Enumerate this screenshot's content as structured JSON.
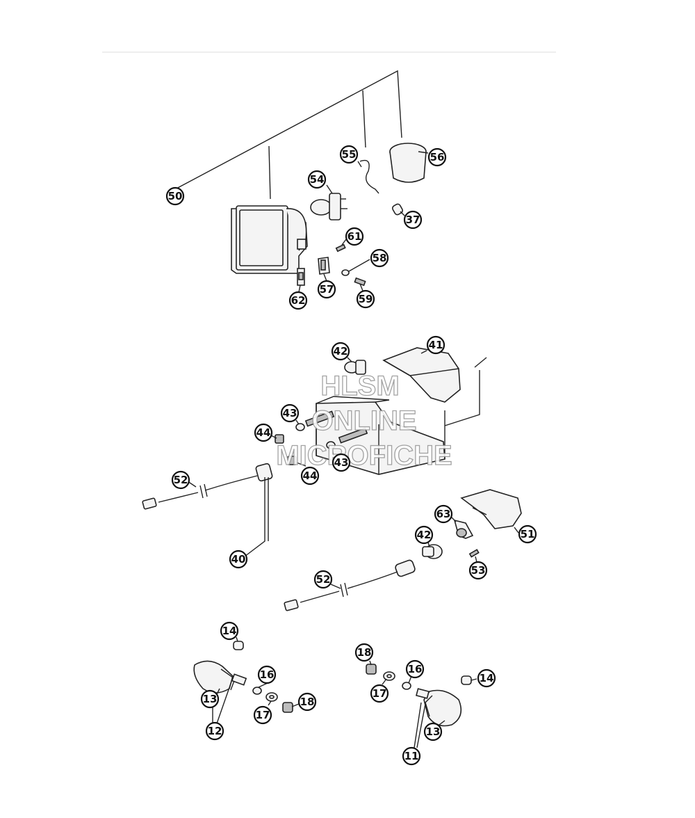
{
  "watermark": {
    "line1": "HLSM",
    "line2": "ONLINE",
    "line3": "MICROFICHE"
  },
  "callouts": {
    "c50": "50",
    "c55": "55",
    "c56": "56",
    "c54": "54",
    "c37": "37",
    "c61": "61",
    "c58": "58",
    "c57": "57",
    "c59": "59",
    "c62": "62",
    "c41": "41",
    "c42a": "42",
    "c43a": "43",
    "c44a": "44",
    "c43b": "43",
    "c44b": "44",
    "c52a": "52",
    "c40": "40",
    "c63": "63",
    "c42b": "42",
    "c51": "51",
    "c53": "53",
    "c52b": "52",
    "c14a": "14",
    "c16a": "16",
    "c13a": "13",
    "c17a": "17",
    "c18a": "18",
    "c12": "12",
    "c18b": "18",
    "c16b": "16",
    "c14b": "14",
    "c17b": "17",
    "c13b": "13",
    "c11": "11"
  }
}
